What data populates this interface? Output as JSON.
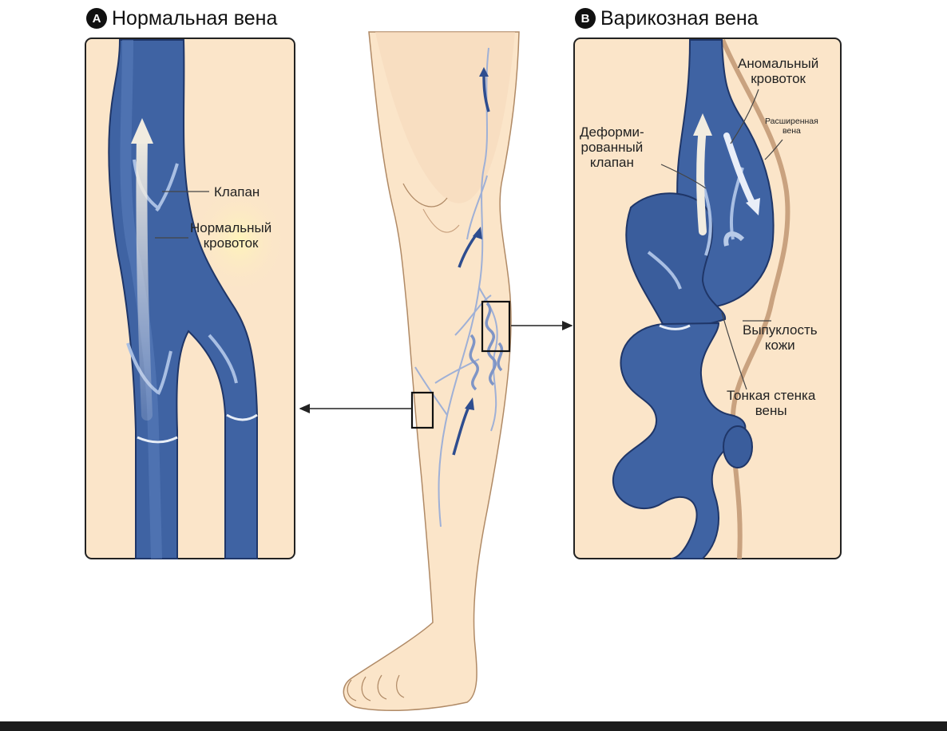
{
  "panel_a": {
    "badge": "A",
    "title": "Нормальная вена",
    "label_valve": "Клапан",
    "label_flow_1": "Нормальный",
    "label_flow_2": "кровоток"
  },
  "panel_b": {
    "badge": "B",
    "title": "Варикозная вена",
    "label_abnormal_1": "Аномальный",
    "label_abnormal_2": "кровоток",
    "label_dilated_1": "Расширенная",
    "label_dilated_2": "вена",
    "label_valve_1": "Деформи-",
    "label_valve_2": "рованный",
    "label_valve_3": "клапан",
    "label_bulge_1": "Выпуклость",
    "label_bulge_2": "кожи",
    "label_wall_1": "Тонкая стенка",
    "label_wall_2": "вены"
  },
  "colors": {
    "skin": "#fbe5c9",
    "vein_dark": "#25407a",
    "vein": "#3f63a3",
    "vein_light": "#8fa8d0",
    "flow_arrow": "#e9e4d8"
  }
}
